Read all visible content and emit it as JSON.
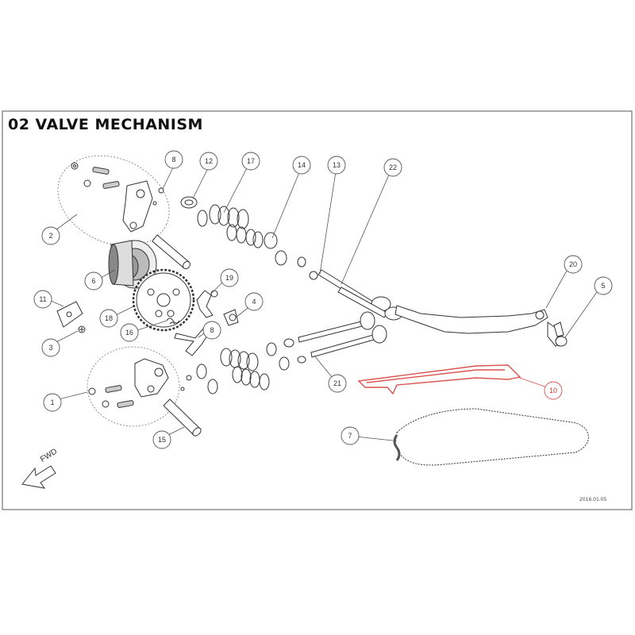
{
  "diagram": {
    "title": "02 VALVE MECHANISM",
    "direction_label": "FWD",
    "footer_code": "2016.01.05",
    "highlight_color": "#d9534f",
    "line_color": "#333333",
    "callouts": [
      {
        "id": "c-1",
        "label": "1"
      },
      {
        "id": "c-2",
        "label": "2"
      },
      {
        "id": "c-3",
        "label": "3"
      },
      {
        "id": "c-4",
        "label": "4"
      },
      {
        "id": "c-5",
        "label": "5"
      },
      {
        "id": "c-6",
        "label": "6"
      },
      {
        "id": "c-7",
        "label": "7"
      },
      {
        "id": "c-8a",
        "label": "8"
      },
      {
        "id": "c-8b",
        "label": "8"
      },
      {
        "id": "c-10",
        "label": "10",
        "highlight": true
      },
      {
        "id": "c-11",
        "label": "11"
      },
      {
        "id": "c-12",
        "label": "12"
      },
      {
        "id": "c-13",
        "label": "13"
      },
      {
        "id": "c-14",
        "label": "14"
      },
      {
        "id": "c-15",
        "label": "15"
      },
      {
        "id": "c-16",
        "label": "16"
      },
      {
        "id": "c-17",
        "label": "17"
      },
      {
        "id": "c-18",
        "label": "18"
      },
      {
        "id": "c-19",
        "label": "19"
      },
      {
        "id": "c-20",
        "label": "20"
      },
      {
        "id": "c-21",
        "label": "21"
      },
      {
        "id": "c-22",
        "label": "22"
      }
    ]
  }
}
